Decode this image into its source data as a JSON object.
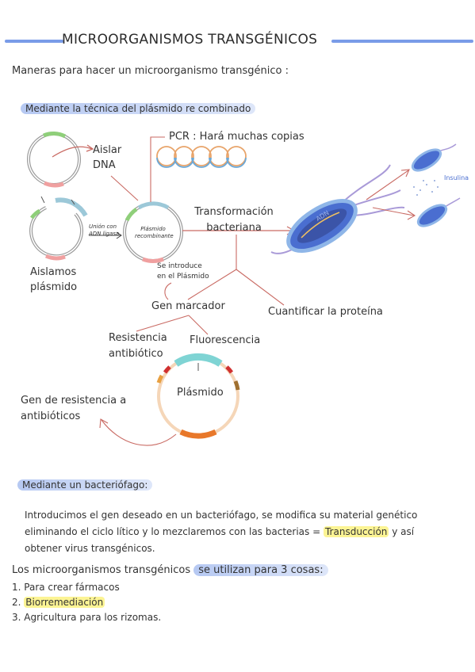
{
  "title": "MICROORGANISMOS TRANSGÉNICOS",
  "intro": "Maneras para hacer un microorganismo transgénico :",
  "section1": {
    "heading": "Mediante la técnica del plásmido re combinado",
    "aislar_line1": "Aislar",
    "aislar_line2": "DNA",
    "aislamos_line1": "Aislamos",
    "aislamos_line2": "plásmido",
    "union_line1": "Unión con",
    "union_line2": "ADN ligasa",
    "recomb_line1": "Plásmido",
    "recomb_line2": "recombinante",
    "pcr": "PCR : Hará muchas copias",
    "transf_line1": "Transformación",
    "transf_line2": "bacteriana",
    "insulina": "Insulina",
    "adn_label": "ADN",
    "introduce_line1": "Se introduce",
    "introduce_line2": "en el Plásmido",
    "gen_marcador": "Gen marcador",
    "cuantificar": "Cuantificar la proteína",
    "resistencia_line1": "Resistencia",
    "resistencia_line2": "antibiótico",
    "fluorescencia": "Fluorescencia",
    "plasmido": "Plásmido",
    "gen_res_line1": "Gen de resistencia a",
    "gen_res_line2": "antibióticos"
  },
  "section2": {
    "heading": "Mediante un bacteriófago:",
    "p_line1": "Introducimos el gen deseado en un bacteriófago, se modifica su material genético",
    "p_line2a": "eliminando el ciclo lítico y lo mezclaremos con las bacterias =",
    "p_line2_hl": "Transducción",
    "p_line2b": "y así",
    "p_line3": "obtener virus transgénicos."
  },
  "uses": {
    "lead": "Los microorganismos transgénicos",
    "lead_hl": "se utilizan para 3 cosas:",
    "items": [
      {
        "num": "1.",
        "text": "Para crear fármacos",
        "highlight": false
      },
      {
        "num": "2.",
        "text": "Biorremediación",
        "highlight": true
      },
      {
        "num": "3.",
        "text": "Agricultura para los rizomas.",
        "highlight": false
      }
    ]
  },
  "colors": {
    "accent_blue": "#7a9ce8",
    "highlight_yellow": "#faee5a",
    "arrow_red": "#c96a63",
    "teal": "#7fd4d4",
    "orange": "#e8782a"
  }
}
